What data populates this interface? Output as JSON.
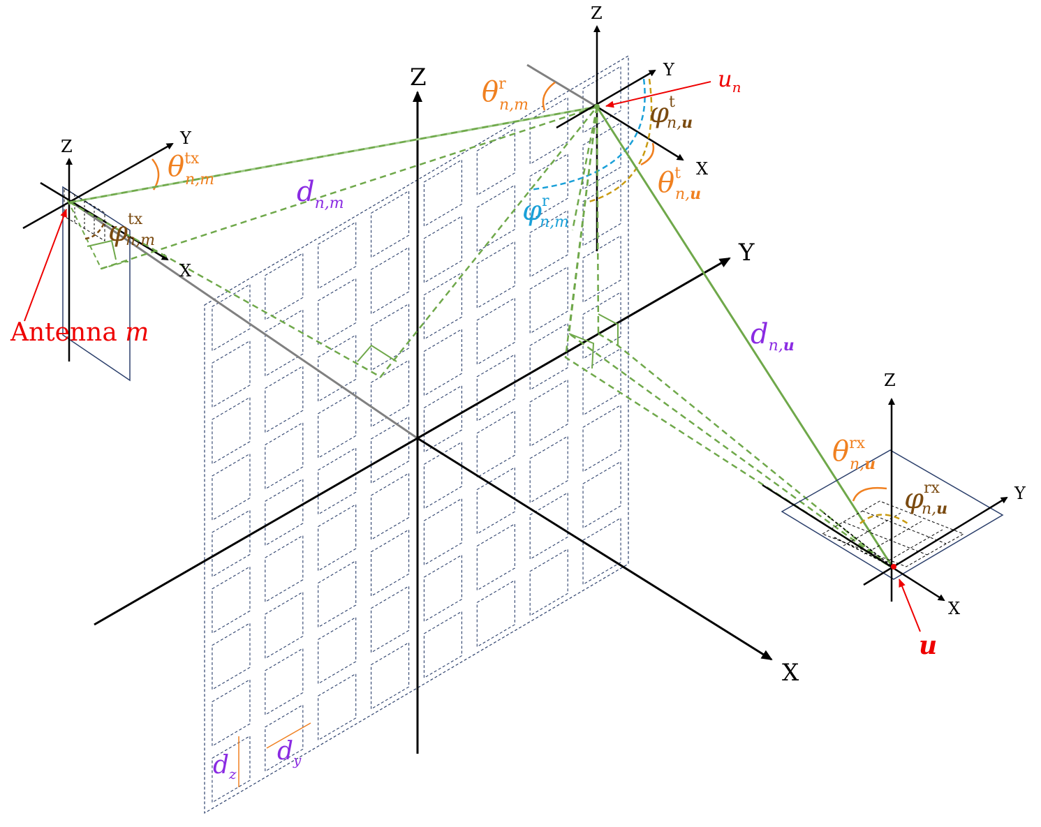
{
  "colors": {
    "axis": "#000000",
    "gray_axis": "#808080",
    "grid": "#2b3f6b",
    "green": "#6fa84a",
    "green_light": "#9cc985",
    "orange": "#f08020",
    "brown": "#7a4a10",
    "gold": "#c89a10",
    "blue": "#1aa0d8",
    "purple": "#8a2be2",
    "red": "#ee0000"
  },
  "axes": {
    "main": {
      "x": "X",
      "y": "Y",
      "z": "Z"
    },
    "tx": {
      "x": "X",
      "y": "Y",
      "z": "Z"
    },
    "ris": {
      "x": "X",
      "y": "Y",
      "z": "Z"
    },
    "rx": {
      "x": "X",
      "y": "Y",
      "z": "Z"
    }
  },
  "labels": {
    "antenna": {
      "prefix": "Antenna ",
      "var": "m"
    },
    "user": {
      "var": "u"
    },
    "ris_element": {
      "base": "u",
      "sub": "n"
    },
    "theta_tx": {
      "base": "θ",
      "sup": "tx",
      "sub": "n,m"
    },
    "phi_tx": {
      "base": "φ",
      "sup": "tx",
      "sub": "n,m"
    },
    "theta_r": {
      "base": "θ",
      "sup": "r",
      "sub": "n,m"
    },
    "phi_r": {
      "base": "φ",
      "sup": "r",
      "sub": "n,m"
    },
    "theta_t": {
      "base": "θ",
      "sup": "t",
      "sub": "n,",
      "subb": "u"
    },
    "phi_t": {
      "base": "φ",
      "sup": "t",
      "sub": "n,",
      "subb": "u"
    },
    "theta_rx": {
      "base": "θ",
      "sup": "rx",
      "sub": "n,",
      "subb": "u"
    },
    "phi_rx": {
      "base": "φ",
      "sup": "rx",
      "sub": "n,",
      "subb": "u"
    },
    "d_nm": {
      "base": "d",
      "sub": "n,m"
    },
    "d_nu": {
      "base": "d",
      "sub": "n,",
      "subb": "u"
    },
    "d_z": {
      "base": "d",
      "sub": "z"
    },
    "d_y": {
      "base": "d",
      "sub": "y"
    }
  }
}
